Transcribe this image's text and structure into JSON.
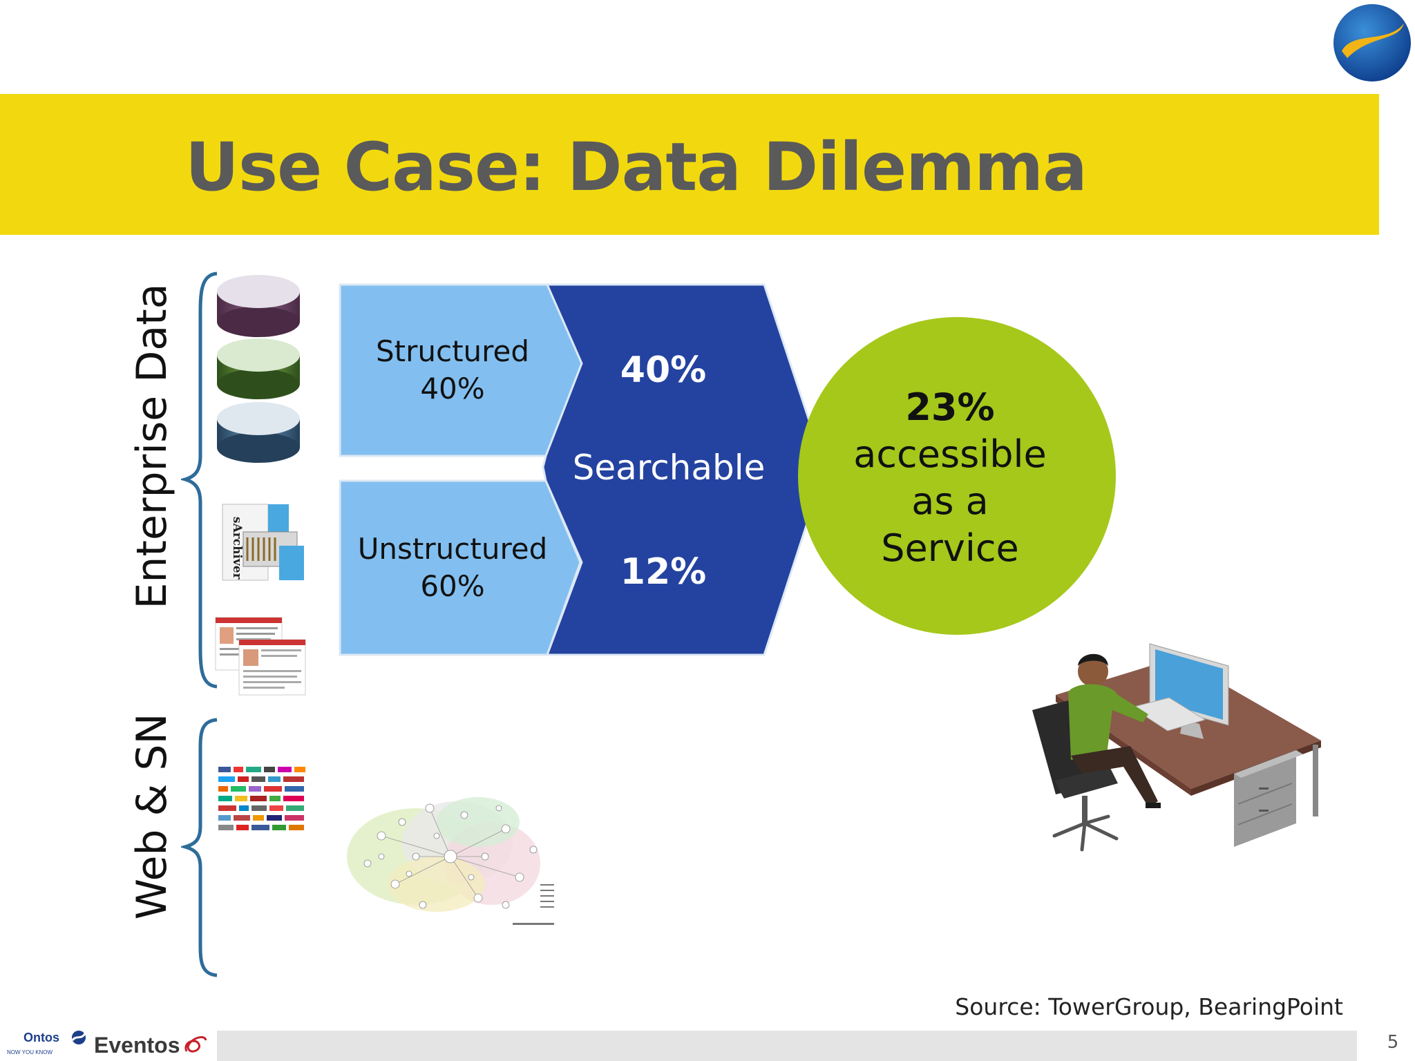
{
  "slide": {
    "title": "Use Case: Data Dilemma",
    "page_number": "5",
    "source": "Source: TowerGroup, BearingPoint"
  },
  "side_labels": {
    "enterprise": "Enterprise Data",
    "web": "Web & SN"
  },
  "diagram": {
    "structured_label": "Structured",
    "structured_pct": "40%",
    "unstructured_label": "Unstructured",
    "unstructured_pct": "60%",
    "searchable_structured": "40%",
    "searchable_label": "Searchable",
    "searchable_unstructured": "12%"
  },
  "result": {
    "percent": "23%",
    "line1": "accessible",
    "line2": "as a",
    "line3": "Service"
  },
  "logos": {
    "ontos": "Ontos",
    "ontos_tagline": "NOW YOU KNOW",
    "eventos": "Eventos",
    "archiver": "sArchiver"
  },
  "colors": {
    "title_band": "#f2d90f",
    "title_text": "#5a5a5a",
    "light_chevron": "#82bff0",
    "dark_chevron": "#2443a0",
    "circle": "#a5c81b",
    "brace": "#2e6c9a"
  }
}
